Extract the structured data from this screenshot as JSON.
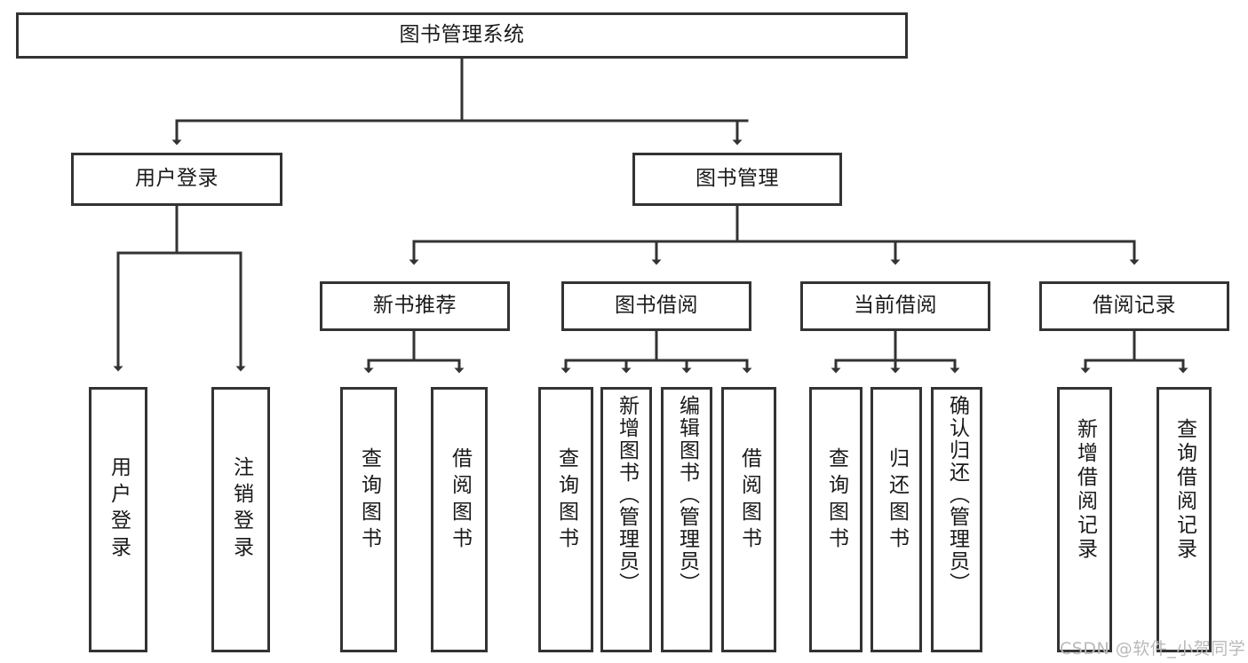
{
  "diagram": {
    "title": "图书管理系统",
    "type": "hierarchy-tree",
    "watermark": "CSDN @软件_小贺同学",
    "colors": {
      "border": "#333333",
      "box_fill": "#ffffff",
      "text": "#1a1a1a",
      "connector": "#333333",
      "watermark": "#b9b9b9",
      "canvas": "#ffffff"
    },
    "nodes": {
      "root": {
        "label": "图书管理系统"
      },
      "user_login": {
        "label": "用户登录"
      },
      "book_manage": {
        "label": "图书管理"
      },
      "new_book_rec": {
        "label": "新书推荐"
      },
      "book_borrow": {
        "label": "图书借阅"
      },
      "current_borrow": {
        "label": "当前借阅"
      },
      "borrow_record": {
        "label": "借阅记录"
      },
      "leaf_user_login": {
        "label": "用户登录"
      },
      "leaf_logout": {
        "label": "注销登录"
      },
      "leaf_query_book_1": {
        "label": "查询图书"
      },
      "leaf_borrow_book_1": {
        "label": "借阅图书"
      },
      "leaf_query_book_2": {
        "label": "查询图书"
      },
      "leaf_add_book": {
        "label": "新增图书（管理员）"
      },
      "leaf_edit_book": {
        "label": "编辑图书（管理员）"
      },
      "leaf_borrow_book_2": {
        "label": "借阅图书"
      },
      "leaf_query_book_3": {
        "label": "查询图书"
      },
      "leaf_return_book": {
        "label": "归还图书"
      },
      "leaf_confirm_return": {
        "label": "确认归还（管理员）"
      },
      "leaf_add_record": {
        "label": "新增借阅记录"
      },
      "leaf_query_record": {
        "label": "查询借阅记录"
      }
    },
    "hierarchy": [
      {
        "label": "图书管理系统",
        "children": [
          {
            "label": "用户登录",
            "children": [
              {
                "label": "用户登录"
              },
              {
                "label": "注销登录"
              }
            ]
          },
          {
            "label": "图书管理",
            "children": [
              {
                "label": "新书推荐",
                "children": [
                  {
                    "label": "查询图书"
                  },
                  {
                    "label": "借阅图书"
                  }
                ]
              },
              {
                "label": "图书借阅",
                "children": [
                  {
                    "label": "查询图书"
                  },
                  {
                    "label": "新增图书（管理员）"
                  },
                  {
                    "label": "编辑图书（管理员）"
                  },
                  {
                    "label": "借阅图书"
                  }
                ]
              },
              {
                "label": "当前借阅",
                "children": [
                  {
                    "label": "查询图书"
                  },
                  {
                    "label": "归还图书"
                  },
                  {
                    "label": "确认归还（管理员）"
                  }
                ]
              },
              {
                "label": "借阅记录",
                "children": [
                  {
                    "label": "新增借阅记录"
                  },
                  {
                    "label": "查询借阅记录"
                  }
                ]
              }
            ]
          }
        ]
      }
    ]
  }
}
